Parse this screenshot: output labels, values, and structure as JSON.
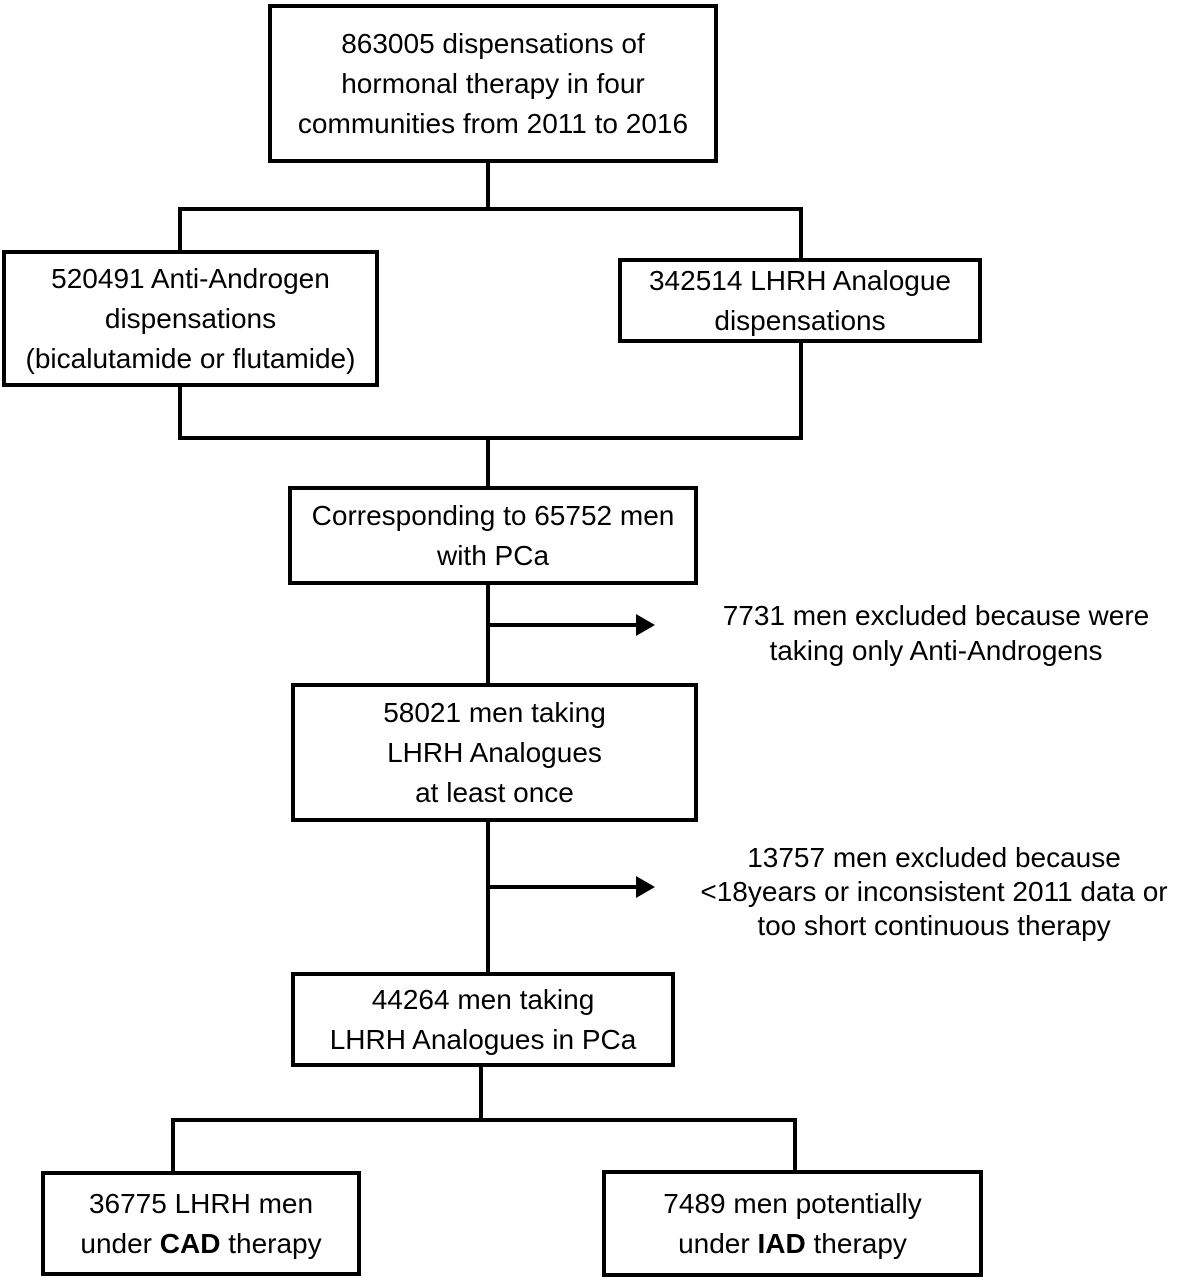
{
  "flowchart": {
    "colors": {
      "line": "#000000",
      "background": "#ffffff",
      "text": "#000000"
    },
    "boxes": {
      "total_dispensations": {
        "line1": "863005 dispensations of",
        "line2": "hormonal therapy in four",
        "line3": "communities from 2011 to 2016"
      },
      "anti_androgen": {
        "line1": "520491 Anti-Androgen",
        "line2": "dispensations",
        "line3": "(bicalutamide or flutamide)"
      },
      "lhrh_analogue": {
        "line1": "342514 LHRH Analogue",
        "line2": "dispensations"
      },
      "men_with_pca": {
        "line1": "Corresponding to 65752 men",
        "line2": "with PCa"
      },
      "lhrh_at_least_once": {
        "line1": "58021 men taking",
        "line2": "LHRH Analogues",
        "line3": "at least once"
      },
      "lhrh_in_pca": {
        "line1": "44264 men taking",
        "line2": "LHRH Analogues in PCa"
      },
      "cad_therapy": {
        "line1": "36775 LHRH men",
        "line2_pre": "under ",
        "line2_bold": "CAD",
        "line2_post": " therapy"
      },
      "iad_therapy": {
        "line1": "7489 men potentially",
        "line2_pre": "under ",
        "line2_bold": "IAD",
        "line2_post": " therapy"
      }
    },
    "exclusions": {
      "first": {
        "line1": "7731 men excluded because were",
        "line2": "taking only Anti-Androgens"
      },
      "second": {
        "line1": "13757 men excluded because",
        "line2": "<18years or inconsistent 2011 data or",
        "line3": "too short continuous therapy"
      }
    }
  }
}
